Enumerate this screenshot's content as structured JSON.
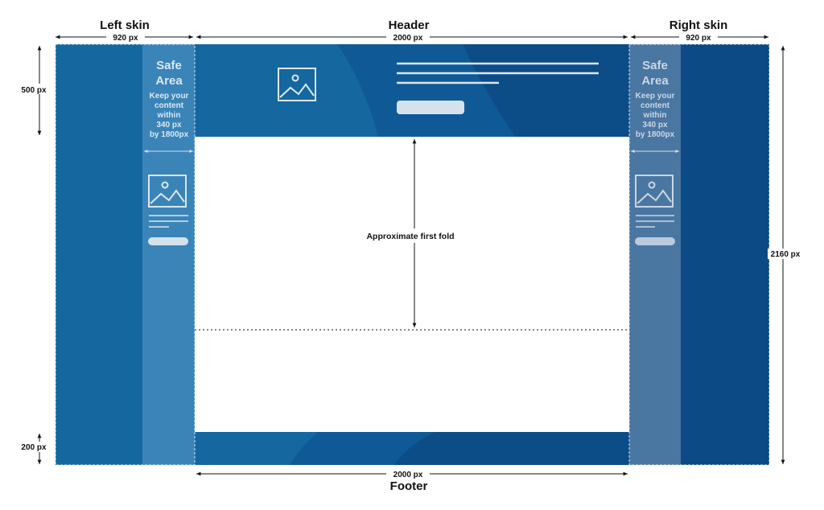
{
  "labels": {
    "left_skin": "Left skin",
    "header": "Header",
    "right_skin": "Right skin",
    "footer": "Footer",
    "left_width": "920 px",
    "header_width": "2000 px",
    "right_width": "920 px",
    "footer_width": "2000 px",
    "header_height": "500 px",
    "footer_height": "200 px",
    "total_height": "2160 px",
    "first_fold": "Approximate first fold"
  },
  "safe_area": {
    "title_line1": "Safe",
    "title_line2": "Area",
    "body_lines": [
      "Keep your",
      "content",
      "within",
      "340 px",
      "by 1800px"
    ]
  },
  "icons": {
    "header_image": "image-placeholder-icon",
    "left_image": "image-placeholder-icon",
    "right_image": "image-placeholder-icon"
  },
  "colors": {
    "skin_blue": "#1567a0",
    "safe_left": "#3a84b8",
    "safe_right": "#4a76a2",
    "right_outer": "#0b4a85",
    "header_dark": "#0c4c87",
    "white": "#ffffff",
    "text": "#111111"
  }
}
